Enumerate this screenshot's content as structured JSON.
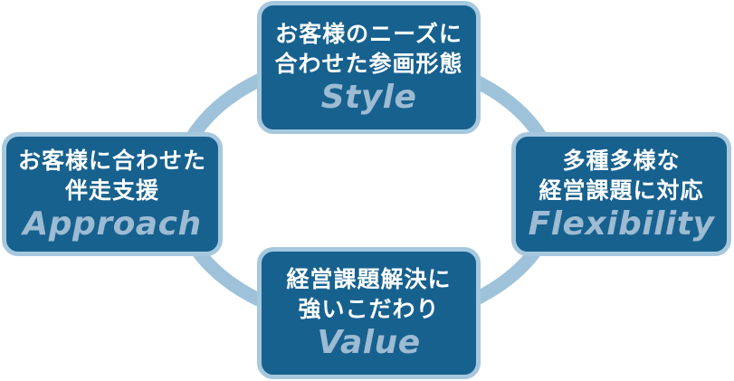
{
  "colors": {
    "page_bg": "#ffffff",
    "box_fill": "#17618F",
    "box_border": "#A6C8DE",
    "ring": "#9EC2DA",
    "ring_fill": "#ffffff",
    "jp_text": "#ffffff",
    "en_text": "#9DBBD2"
  },
  "boxes": {
    "top": {
      "lines": [
        "お客様のニーズに",
        "合わせた参画形態"
      ],
      "label": "Style"
    },
    "left": {
      "lines": [
        "お客様に合わせた",
        "伴走支援"
      ],
      "label": "Approach"
    },
    "right": {
      "lines": [
        "多種多様な",
        "経営課題に対応"
      ],
      "label": "Flexibility"
    },
    "bottom": {
      "lines": [
        "経営課題解決に",
        "強いこだわり"
      ],
      "label": "Value"
    }
  }
}
